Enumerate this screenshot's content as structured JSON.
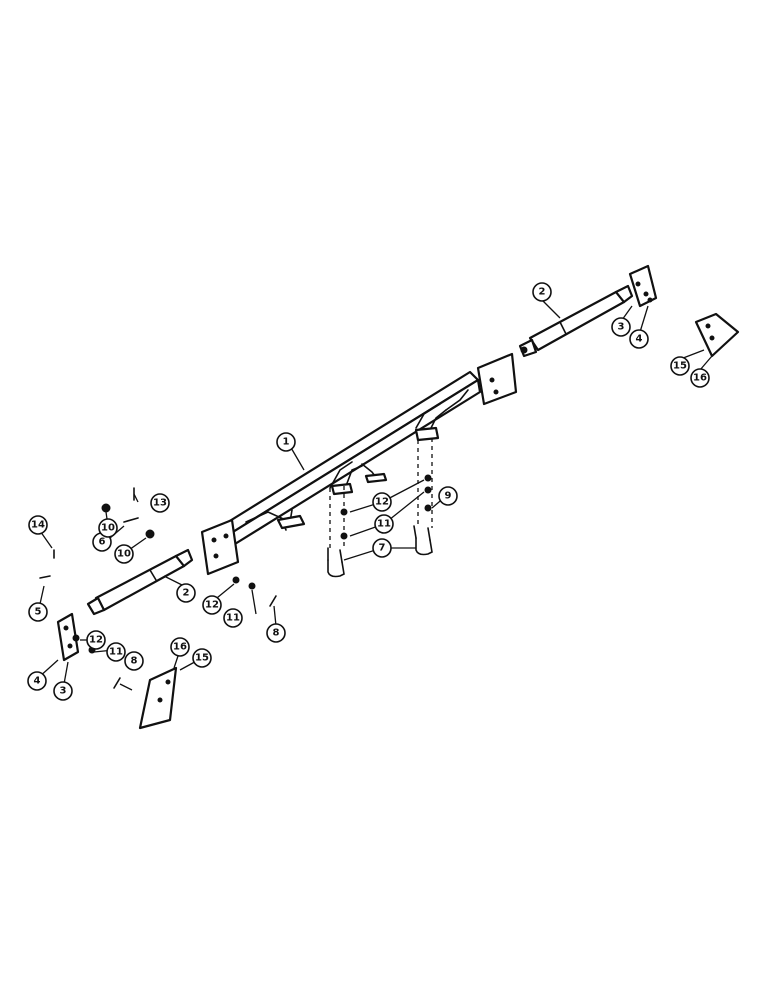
{
  "callouts": [
    {
      "id": "c1",
      "label": "1"
    },
    {
      "id": "c2a",
      "label": "2"
    },
    {
      "id": "c2b",
      "label": "2"
    },
    {
      "id": "c3a",
      "label": "3"
    },
    {
      "id": "c3b",
      "label": "3"
    },
    {
      "id": "c4a",
      "label": "4"
    },
    {
      "id": "c4b",
      "label": "4"
    },
    {
      "id": "c5",
      "label": "5"
    },
    {
      "id": "c6",
      "label": "6"
    },
    {
      "id": "c7",
      "label": "7"
    },
    {
      "id": "c8a",
      "label": "8"
    },
    {
      "id": "c8b",
      "label": "8"
    },
    {
      "id": "c9",
      "label": "9"
    },
    {
      "id": "c10a",
      "label": "10"
    },
    {
      "id": "c10b",
      "label": "10"
    },
    {
      "id": "c11a",
      "label": "11"
    },
    {
      "id": "c11b",
      "label": "11"
    },
    {
      "id": "c11c",
      "label": "11"
    },
    {
      "id": "c12a",
      "label": "12"
    },
    {
      "id": "c12b",
      "label": "12"
    },
    {
      "id": "c12c",
      "label": "12"
    },
    {
      "id": "c13",
      "label": "13"
    },
    {
      "id": "c14",
      "label": "14"
    },
    {
      "id": "c15a",
      "label": "15"
    },
    {
      "id": "c15b",
      "label": "15"
    },
    {
      "id": "c16a",
      "label": "16"
    },
    {
      "id": "c16b",
      "label": "16"
    }
  ]
}
